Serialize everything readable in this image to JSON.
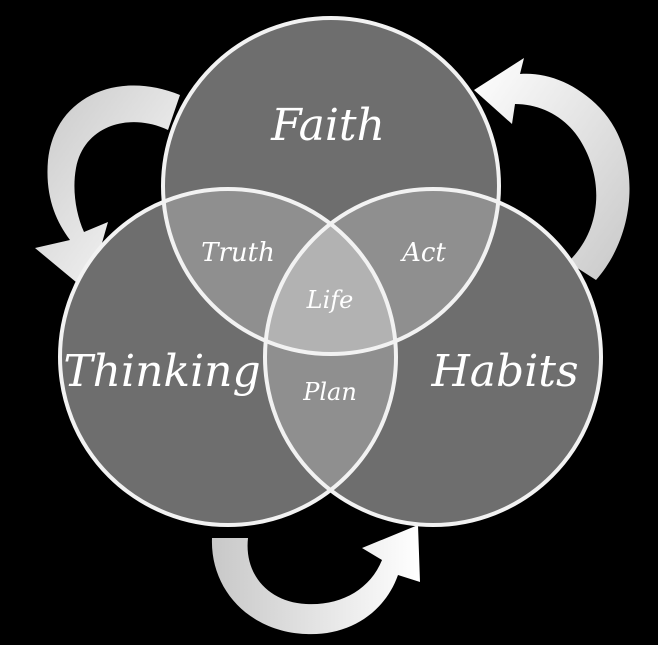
{
  "diagram": {
    "circles": {
      "top": "Faith",
      "left": "Thinking",
      "right": "Habits"
    },
    "overlaps": {
      "top_left": "Truth",
      "top_right": "Act",
      "left_right": "Plan",
      "center": "Life"
    },
    "colors": {
      "background": "#000000",
      "circle_fill": "#6e6e6e",
      "pair_overlap_fill": "#8f8f8f",
      "center_overlap_fill": "#b2b2b2",
      "circle_stroke": "#f2f2f2",
      "arrow_light": "#c8c8c8",
      "arrow_white": "#ffffff",
      "text": "#ffffff"
    }
  }
}
